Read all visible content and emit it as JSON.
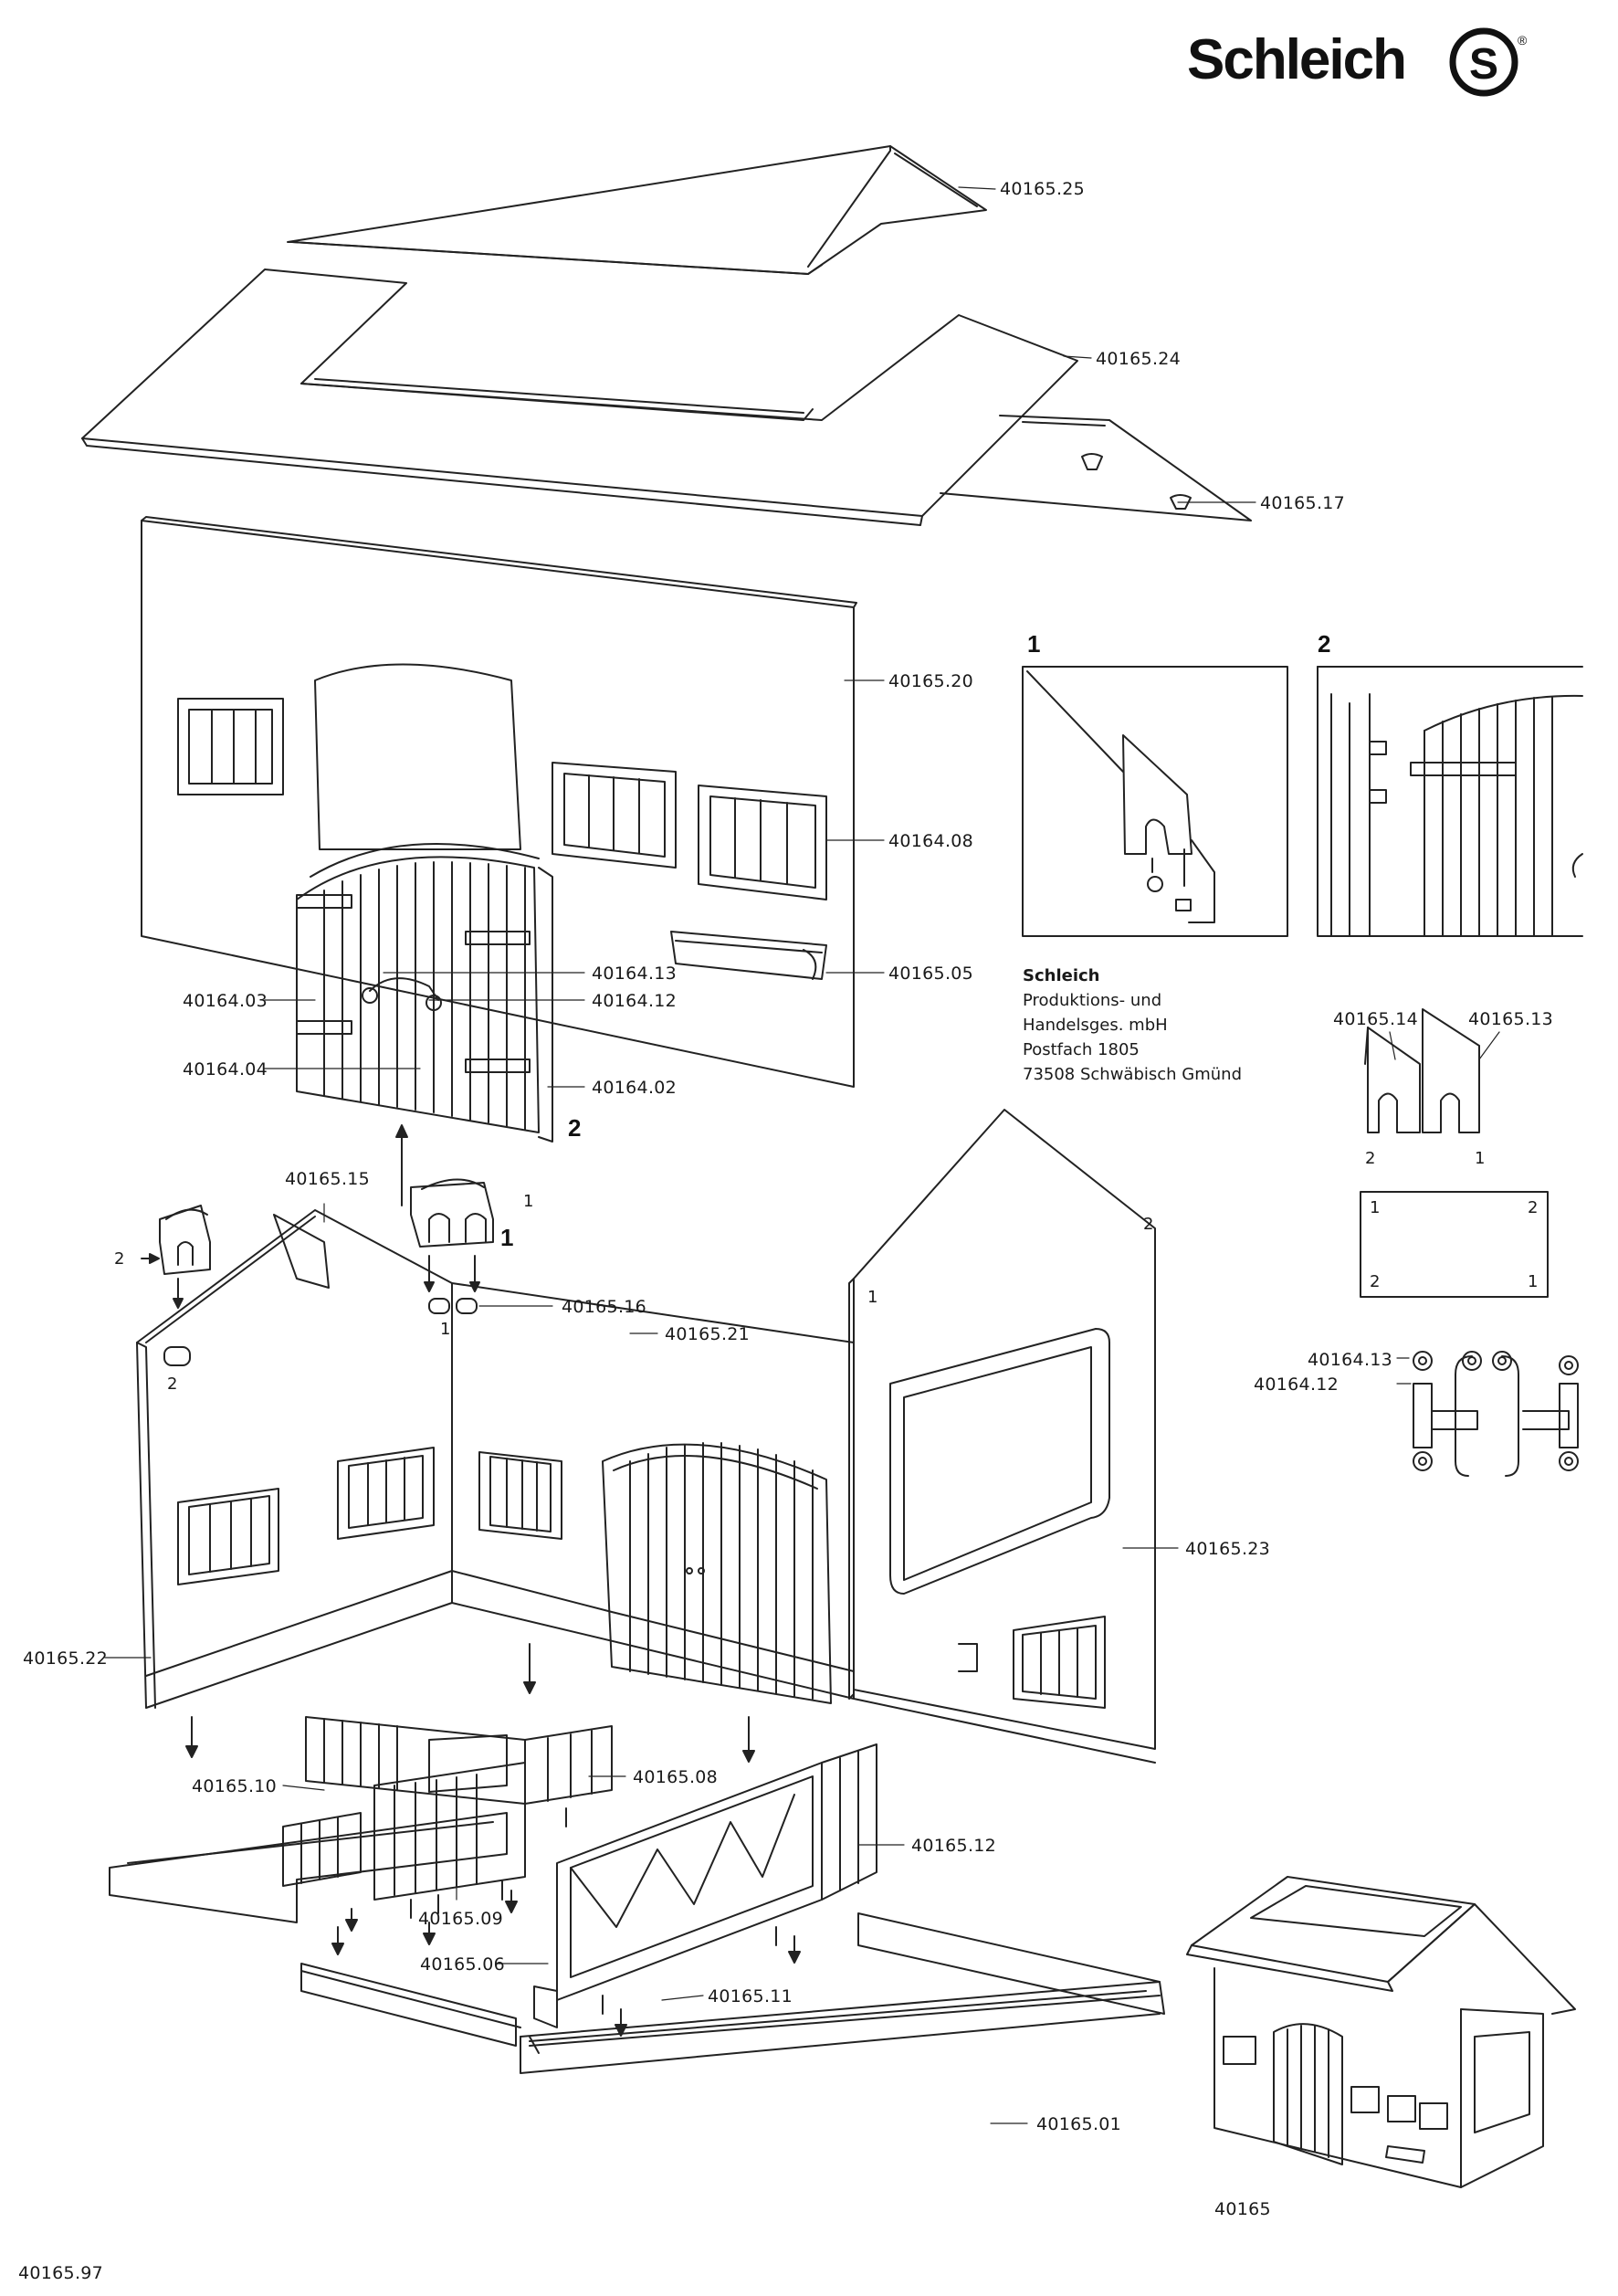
{
  "brand": {
    "name": "Schleich",
    "logo_icon": "schleich-s-logo",
    "registered": "®"
  },
  "document_code": "40165.97",
  "model_number": "40165",
  "address": {
    "company": "Schleich",
    "line1": "Produktions- und",
    "line2": "Handelsges. mbH",
    "line3": "Postfach 1805",
    "line4": "73508 Schwäbisch Gmünd"
  },
  "detail_labels": {
    "detail1": "1",
    "detail2": "2"
  },
  "part_labels": {
    "p40165_25": "40165.25",
    "p40165_24": "40165.24",
    "p40165_17": "40165.17",
    "p40165_20": "40165.20",
    "p40164_08": "40164.08",
    "p40164_13a": "40164.13",
    "p40164_12a": "40164.12",
    "p40164_03": "40164.03",
    "p40165_05": "40165.05",
    "p40164_04": "40164.04",
    "p40164_02": "40164.02",
    "p40165_15": "40165.15",
    "p40165_16": "40165.16",
    "p40165_21": "40165.21",
    "p40165_22": "40165.22",
    "p40165_23": "40165.23",
    "p40165_10": "40165.10",
    "p40165_08": "40165.08",
    "p40165_12": "40165.12",
    "p40165_09": "40165.09",
    "p40165_06": "40165.06",
    "p40165_11": "40165.11",
    "p40165_01": "40165.01",
    "p40165_14": "40165.14",
    "p40165_13": "40165.13",
    "p40164_13b": "40164.13",
    "p40164_12b": "40164.12"
  },
  "step_markers": {
    "door_step": "2",
    "clip1_step": "1",
    "clip1_small": "1",
    "clip2_small": "2",
    "peg_left": "2",
    "peg_right": "1",
    "gable_left": "1",
    "gable_right": "2",
    "clip_left_num": "2",
    "clip_right_num": "1",
    "plate_tl": "1",
    "plate_tr": "2",
    "plate_bl": "2",
    "plate_br": "1"
  }
}
